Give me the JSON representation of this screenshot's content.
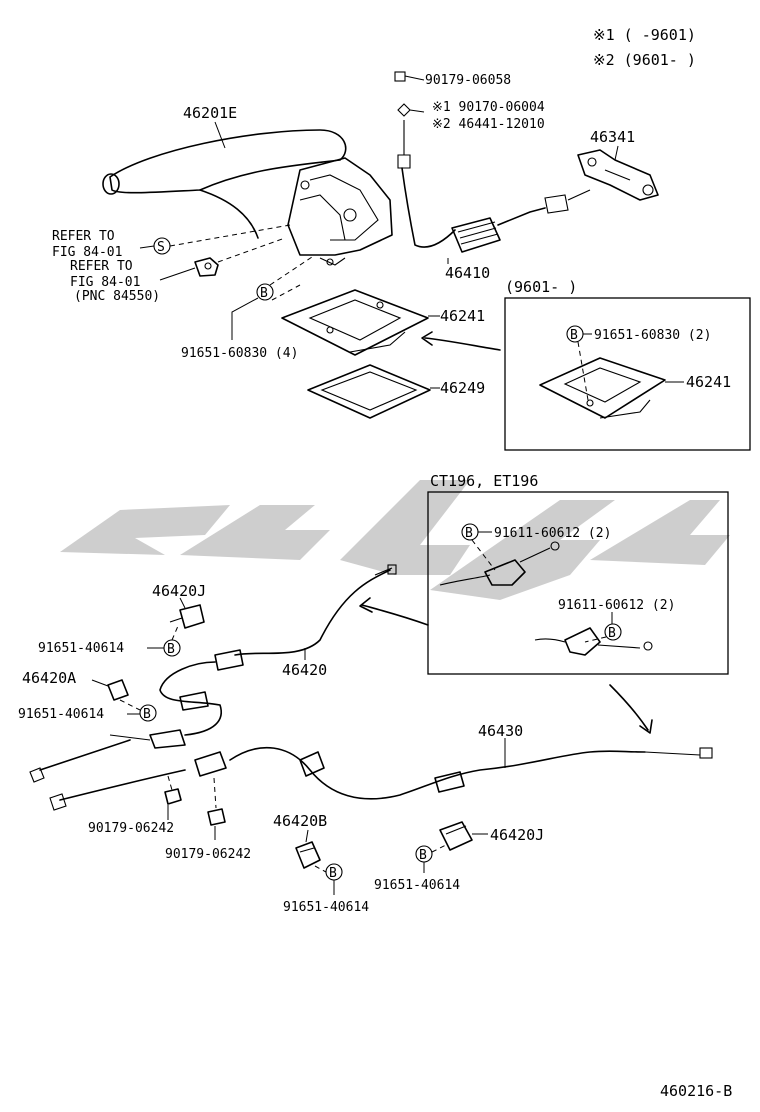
{
  "notes": {
    "note1": "※1 (     -9601)",
    "note2": "※2 (9601-     )"
  },
  "parts": {
    "p46201E": "46201E",
    "p90179_06058": "90179-06058",
    "p90170_06004": "※1 90170-06004",
    "p46441_12010": "※2 46441-12010",
    "p46341": "46341",
    "p46410": "46410",
    "p46241": "46241",
    "p46249": "46249",
    "p91651_60830_4": "91651-60830 (4)",
    "p46241_inset": "46241",
    "p91651_60830_2": "91651-60830 (2)",
    "p46420J_top": "46420J",
    "p91651_40614_a": "91651-40614",
    "p46420A": "46420A",
    "p91651_40614_b": "91651-40614",
    "p46420": "46420",
    "p46430": "46430",
    "p91611_60612_a": "91611-60612 (2)",
    "p91611_60612_b": "91611-60612 (2)",
    "p90179_06242_a": "90179-06242",
    "p90179_06242_b": "90179-06242",
    "p46420B": "46420B",
    "p91651_40614_c": "91651-40614",
    "p46420J_bot": "46420J",
    "p91651_40614_d": "91651-40614"
  },
  "refs": {
    "refer1_line1": "REFER TO",
    "refer1_line2": "FIG 84-01",
    "refer2_line1": "REFER TO",
    "refer2_line2": "FIG 84-01",
    "pnc": "(PNC 84550)"
  },
  "symbols": {
    "s": "S",
    "b": "B"
  },
  "insets": {
    "inset1_title": "(9601-     )",
    "inset2_title": "CT196, ET196"
  },
  "footer": {
    "figure_code": "460216-B"
  }
}
